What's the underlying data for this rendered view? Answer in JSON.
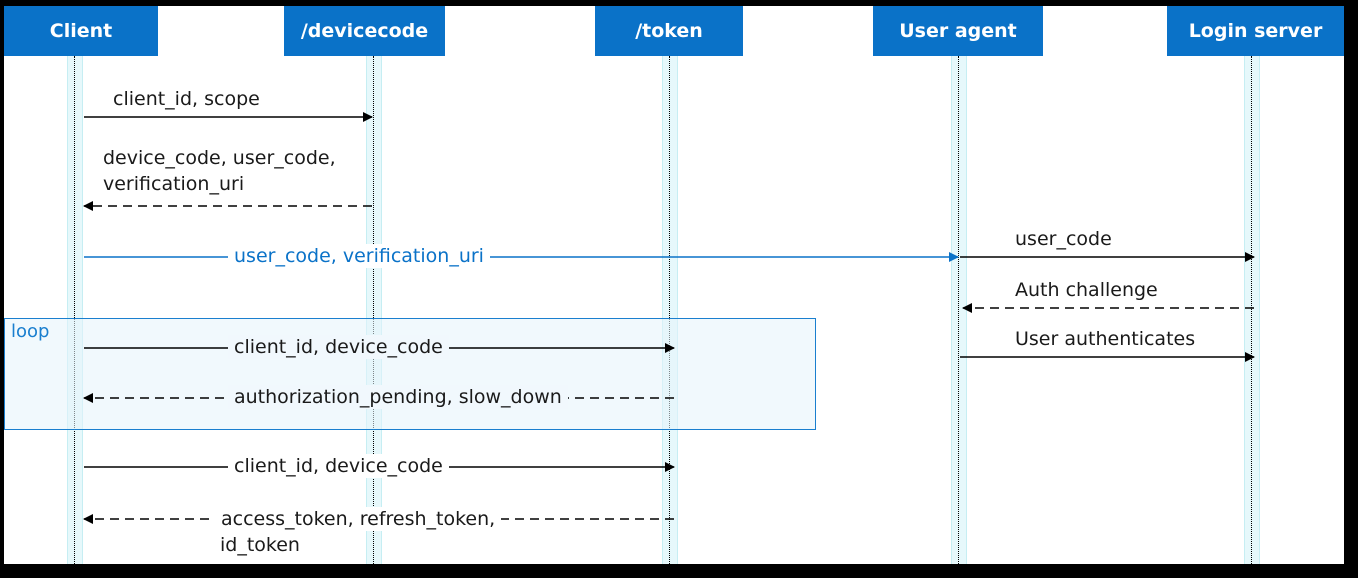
{
  "participants": [
    {
      "id": "client",
      "label": "Client"
    },
    {
      "id": "devicecode",
      "label": "/devicecode"
    },
    {
      "id": "token",
      "label": "/token"
    },
    {
      "id": "useragent",
      "label": "User agent"
    },
    {
      "id": "login",
      "label": "Login server"
    }
  ],
  "loop": {
    "label": "loop"
  },
  "messages": [
    {
      "id": "m1",
      "text": "client_id, scope",
      "from": "client",
      "to": "devicecode",
      "style": "solid"
    },
    {
      "id": "m2",
      "lines": [
        "device_code, user_code,",
        "verification_uri"
      ],
      "from": "devicecode",
      "to": "client",
      "style": "dashed"
    },
    {
      "id": "m3",
      "text": "user_code, verification_uri",
      "from": "client",
      "to": "useragent",
      "style": "solid",
      "color": "#0a72c8"
    },
    {
      "id": "m4",
      "text": "user_code",
      "from": "useragent",
      "to": "login",
      "style": "solid"
    },
    {
      "id": "m5",
      "text": "Auth challenge",
      "from": "login",
      "to": "useragent",
      "style": "dashed"
    },
    {
      "id": "m6",
      "text": "User authenticates",
      "from": "useragent",
      "to": "login",
      "style": "solid"
    },
    {
      "id": "m7",
      "text": "client_id, device_code",
      "from": "client",
      "to": "token",
      "style": "solid",
      "in_loop": true
    },
    {
      "id": "m8",
      "text": "authorization_pending, slow_down",
      "from": "token",
      "to": "client",
      "style": "dashed",
      "in_loop": true
    },
    {
      "id": "m9",
      "text": "client_id, device_code",
      "from": "client",
      "to": "token",
      "style": "solid"
    },
    {
      "id": "m10",
      "lines": [
        "access_token, refresh_token,",
        "id_token"
      ],
      "from": "token",
      "to": "client",
      "style": "dashed"
    }
  ],
  "colors": {
    "header": "#0a72c8",
    "accent": "#0a72c8",
    "lane": "#e6f8fb"
  }
}
